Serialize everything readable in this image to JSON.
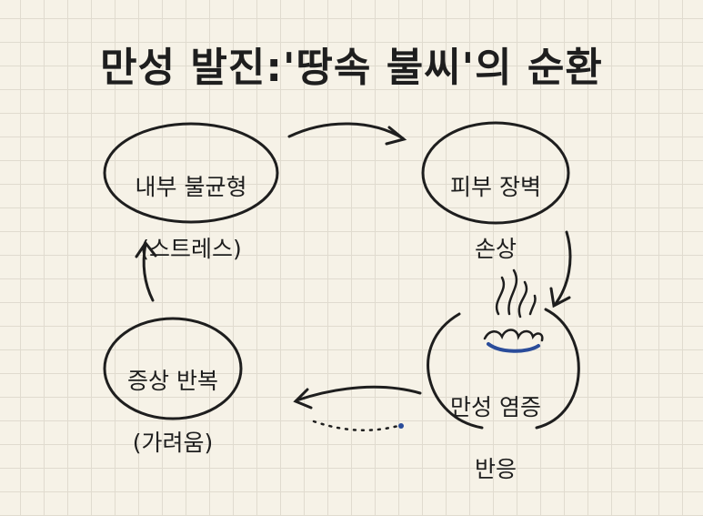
{
  "title": "만성 발진:'땅속 불씨'의 순환",
  "nodes": [
    {
      "line1": "내부 불균형",
      "line2": "(스트레스)"
    },
    {
      "line1": "피부 장벽",
      "line2": "손상"
    },
    {
      "line1": "만성 염증",
      "line2": "반응",
      "icon": "fire-icon"
    },
    {
      "line1": "증상 반복",
      "line2": "(가려움)"
    }
  ],
  "colors": {
    "ink": "#1e1e1e",
    "accent": "#2a4c9a",
    "background": "#f6f2e7"
  }
}
